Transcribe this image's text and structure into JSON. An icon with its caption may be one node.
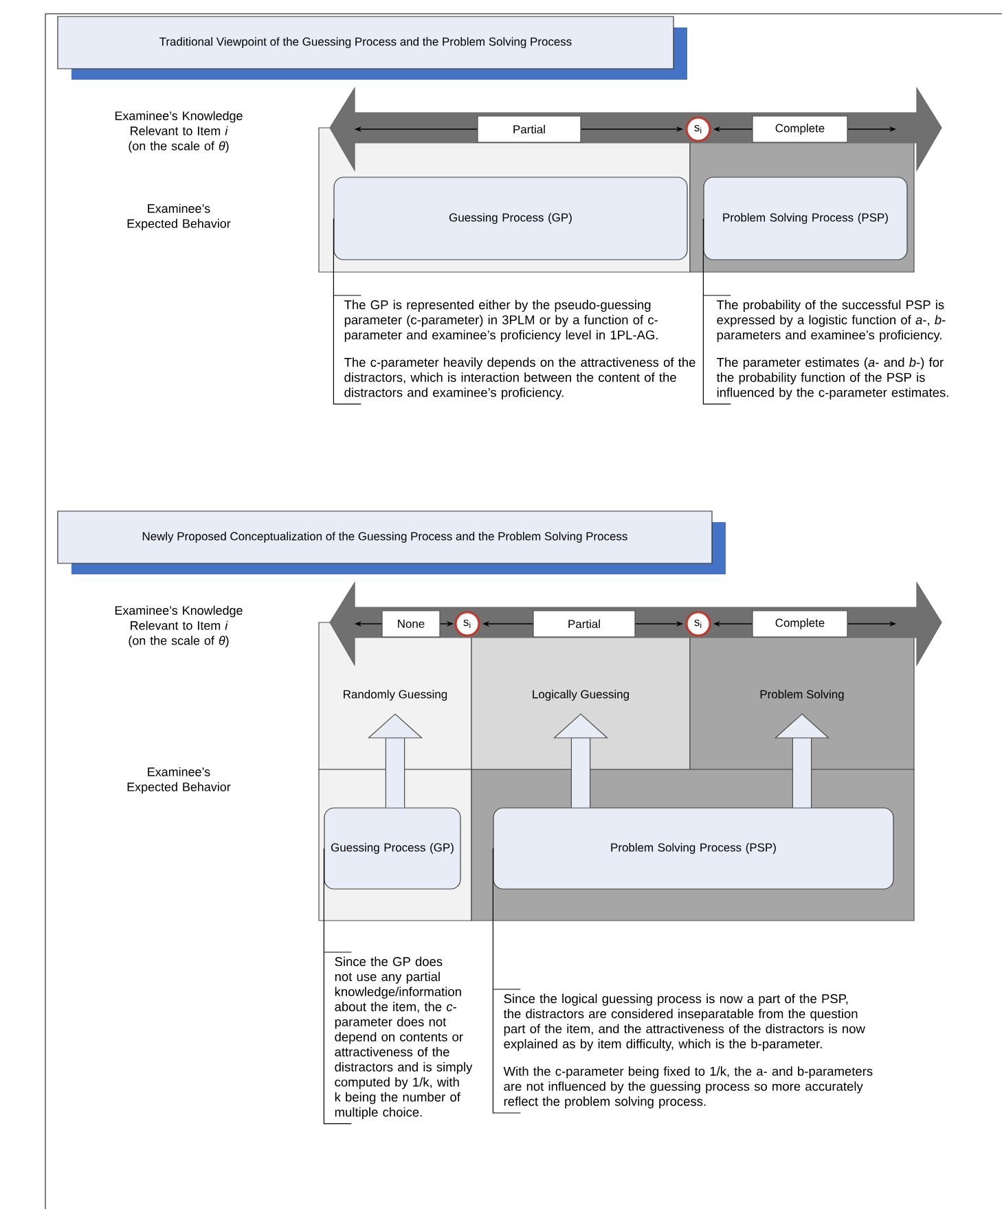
{
  "diagram": {
    "nodes": [
      {
        "text": [
          "Traditional Viewpoint of the Guessing Process and the Problem Solving Process"
        ]
      },
      {
        "text": [
          "Guessing Process (GP)"
        ]
      },
      {
        "text": [
          "Problem Solving Process (PSP)"
        ]
      },
      {
        "text": [
          "The GP is represented either by the pseudo-guessing parameter (c-parameter) in 3PLM or by a function of c- parameter and examinee’s proficiency level in 1PL-AG.",
          "The c-parameter heavily depends on the attractiveness of the distractors, which is interaction between the content of the distractors and examinee’s proficiency."
        ]
      },
      {
        "text": [
          "The probability of the successful PSP is expressed by a logistic function of *a*-, *b*- parameters and examinee’s proficiency.",
          "The parameter estimates (*a*- and *b*-) for the probability function of the PSP is influenced by the c-parameter estimates."
        ]
      },
      {
        "text": [
          "Newly Proposed Conceptualization of the Guessing Process and the Problem Solving Process"
        ]
      },
      {
        "text": [
          "Randomly Guessing"
        ]
      },
      {
        "text": [
          "Logically Guessing"
        ]
      },
      {
        "text": [
          "Problem Solving"
        ]
      },
      {
        "text": [
          "Guessing Process (GP)"
        ]
      },
      {
        "text": [
          "Problem Solving Process (PSP)"
        ]
      },
      {
        "text": [
          "Since the GP does not use any partial knowledge/information about the item, the *c*-parameter does not depend on contents or attractiveness of the distractors and is simply computed by 1/k, with k being the number of multiple choice."
        ]
      },
      {
        "text": [
          "Since the logical guessing process is now a part of the PSP, the distractors are considered inseparatable from the question part of the item, and the attractiveness of the distractors is now explained as by item difficulty, which is the b-parameter.",
          "With the c-parameter being fixed to 1/k, the a- and b-parameters are not influenced by the guessing process so more accurately reflect the problem solving process."
        ]
      }
    ],
    "edges": [
      {
        "from": 1,
        "to": 3,
        "arrow": "none"
      },
      {
        "from": 2,
        "to": 4,
        "arrow": "none"
      },
      {
        "from": 9,
        "to": 6,
        "arrow": "to",
        "style": "thick"
      },
      {
        "from": 10,
        "to": 7,
        "arrow": "to",
        "style": "thick"
      },
      {
        "from": 10,
        "to": 8,
        "arrow": "to",
        "style": "thick"
      },
      {
        "from": 9,
        "to": 11,
        "arrow": "none"
      },
      {
        "from": 10,
        "to": 12,
        "arrow": "none"
      }
    ],
    "labels": [
      "Examinee’s Knowledge Relevant to Item *i* (on the scale of *θ*)",
      "Partial",
      "s$_{i}$",
      "Complete",
      "Examinee’s Expected Behavior",
      "Examinee’s Knowledge Relevant to Item *i* (on the scale of *θ*)",
      "None",
      "s$_{i}$",
      "Partial",
      "s$_{i}$",
      "Complete",
      "Examinee’s Expected Behavior"
    ]
  }
}
